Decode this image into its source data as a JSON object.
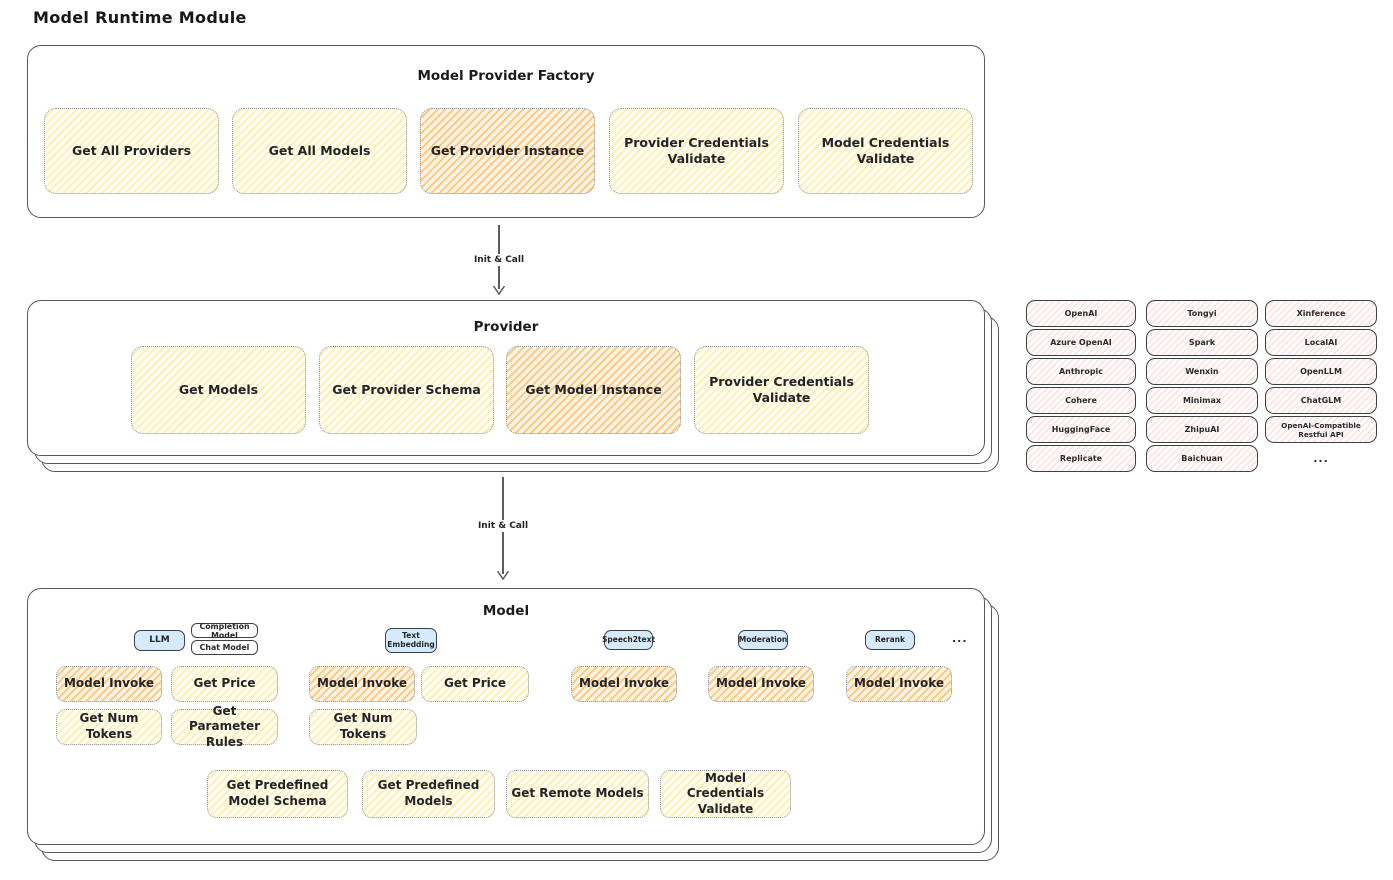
{
  "page_title": "Model Runtime Module",
  "arrows": {
    "top_label": "Init & Call",
    "bottom_label": "Init & Call"
  },
  "factory": {
    "title": "Model Provider Factory",
    "cards": [
      {
        "label": "Get All Providers",
        "highlighted": false
      },
      {
        "label": "Get All Models",
        "highlighted": false
      },
      {
        "label": "Get Provider Instance",
        "highlighted": true
      },
      {
        "label": "Provider Credentials Validate",
        "highlighted": false
      },
      {
        "label": "Model Credentials Validate",
        "highlighted": false
      }
    ]
  },
  "provider": {
    "title": "Provider",
    "cards": [
      {
        "label": "Get Models",
        "highlighted": false
      },
      {
        "label": "Get Provider Schema",
        "highlighted": false
      },
      {
        "label": "Get Model Instance",
        "highlighted": true
      },
      {
        "label": "Provider Credentials Validate",
        "highlighted": false
      }
    ]
  },
  "provider_catalog": {
    "columns": [
      {
        "items": [
          "OpenAI",
          "Azure OpenAI",
          "Anthropic",
          "Cohere",
          "HuggingFace",
          "Replicate"
        ]
      },
      {
        "items": [
          "Tongyi",
          "Spark",
          "Wenxin",
          "Minimax",
          "ZhipuAI",
          "Baichuan"
        ]
      },
      {
        "items": [
          "Xinference",
          "LocalAI",
          "OpenLLM",
          "ChatGLM",
          "OpenAI-Compatible Restful API"
        ]
      }
    ],
    "more": "..."
  },
  "model": {
    "title": "Model",
    "tabs": {
      "llm": "LLM",
      "completion_model": "Completion Model",
      "chat_model": "Chat Model",
      "text_embedding": "Text Embedding",
      "speech2text": "Speech2text",
      "moderation": "Moderation",
      "rerank": "Rerank",
      "more": "..."
    },
    "llm_cards": [
      {
        "label": "Model Invoke",
        "highlighted": true
      },
      {
        "label": "Get Price",
        "highlighted": false
      },
      {
        "label": "Get Num Tokens",
        "highlighted": false
      },
      {
        "label": "Get Parameter Rules",
        "highlighted": false
      }
    ],
    "text_embedding_cards": [
      {
        "label": "Model Invoke",
        "highlighted": true
      },
      {
        "label": "Get Price",
        "highlighted": false
      },
      {
        "label": "Get Num Tokens",
        "highlighted": false
      }
    ],
    "speech2text_cards": [
      {
        "label": "Model Invoke",
        "highlighted": true
      }
    ],
    "moderation_cards": [
      {
        "label": "Model Invoke",
        "highlighted": true
      }
    ],
    "rerank_cards": [
      {
        "label": "Model Invoke",
        "highlighted": true
      }
    ],
    "bottom_cards": [
      {
        "label": "Get Predefined Model Schema"
      },
      {
        "label": "Get Predefined Models"
      },
      {
        "label": "Get Remote Models"
      },
      {
        "label": "Model Credentials Validate"
      }
    ]
  },
  "colors": {
    "default_fill": "#fff9db",
    "highlight_fill": "#ffd8a8",
    "catalog_fill": "#ffc9c9",
    "type_tab_fill": "#d0ebff",
    "stroke": "#55585c"
  }
}
